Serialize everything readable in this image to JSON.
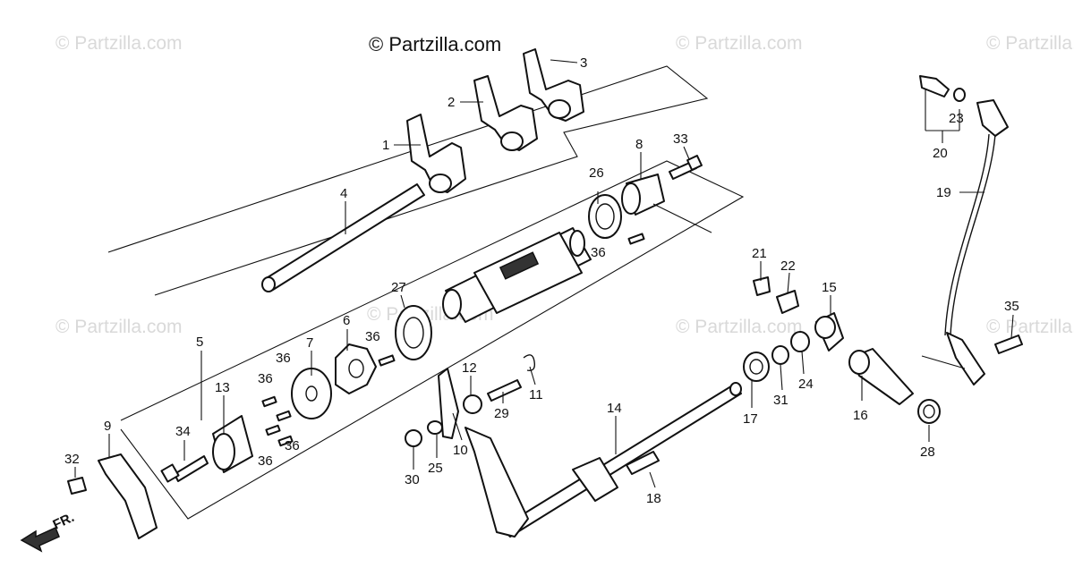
{
  "watermarks": {
    "copyright": "© Partzilla.com",
    "site": "© Partzilla.com"
  },
  "front_marker": "FR.",
  "callouts": [
    {
      "id": "1",
      "label": "1"
    },
    {
      "id": "2",
      "label": "2"
    },
    {
      "id": "3",
      "label": "3"
    },
    {
      "id": "4",
      "label": "4"
    },
    {
      "id": "5",
      "label": "5"
    },
    {
      "id": "6",
      "label": "6"
    },
    {
      "id": "7",
      "label": "7"
    },
    {
      "id": "8",
      "label": "8"
    },
    {
      "id": "9",
      "label": "9"
    },
    {
      "id": "10",
      "label": "10"
    },
    {
      "id": "11",
      "label": "11"
    },
    {
      "id": "12",
      "label": "12"
    },
    {
      "id": "13",
      "label": "13"
    },
    {
      "id": "14",
      "label": "14"
    },
    {
      "id": "15",
      "label": "15"
    },
    {
      "id": "16",
      "label": "16"
    },
    {
      "id": "17",
      "label": "17"
    },
    {
      "id": "18",
      "label": "18"
    },
    {
      "id": "19",
      "label": "19"
    },
    {
      "id": "20",
      "label": "20"
    },
    {
      "id": "21",
      "label": "21"
    },
    {
      "id": "22",
      "label": "22"
    },
    {
      "id": "23",
      "label": "23"
    },
    {
      "id": "24",
      "label": "24"
    },
    {
      "id": "25",
      "label": "25"
    },
    {
      "id": "26",
      "label": "26"
    },
    {
      "id": "27",
      "label": "27"
    },
    {
      "id": "28",
      "label": "28"
    },
    {
      "id": "29",
      "label": "29"
    },
    {
      "id": "30",
      "label": "30"
    },
    {
      "id": "31",
      "label": "31"
    },
    {
      "id": "32",
      "label": "32"
    },
    {
      "id": "33",
      "label": "33"
    },
    {
      "id": "34",
      "label": "34"
    },
    {
      "id": "35",
      "label": "35"
    },
    {
      "id": "36a",
      "label": "36"
    },
    {
      "id": "36b",
      "label": "36"
    },
    {
      "id": "36c",
      "label": "36"
    },
    {
      "id": "36d",
      "label": "36"
    },
    {
      "id": "36e",
      "label": "36"
    },
    {
      "id": "36f",
      "label": "36"
    }
  ]
}
